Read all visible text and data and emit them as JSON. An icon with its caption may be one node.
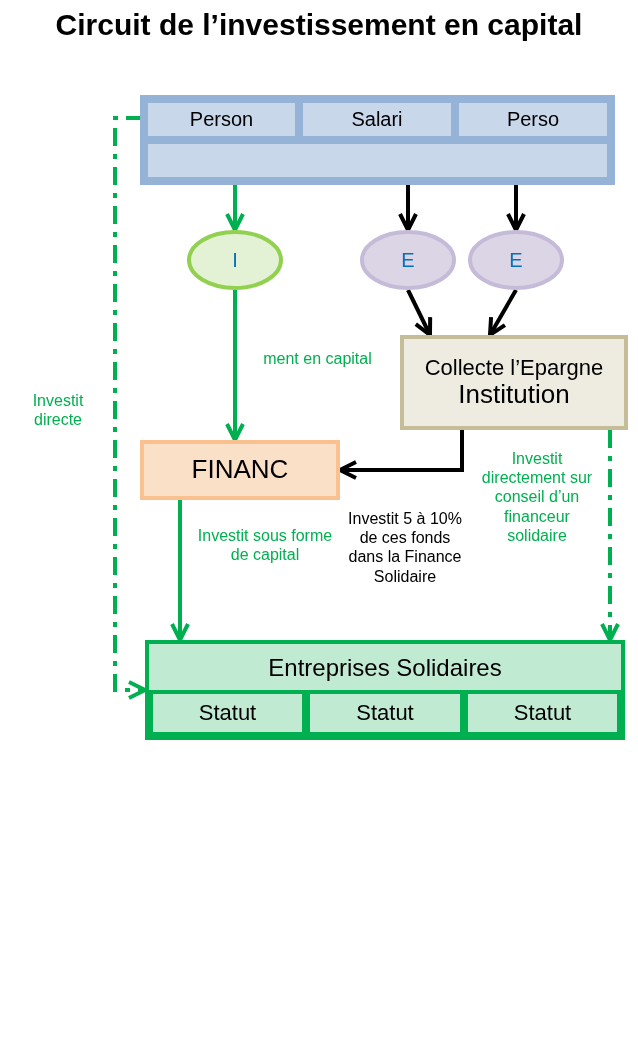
{
  "diagram": {
    "title": "Circuit de l’investissement en capital",
    "nodes": [
      {
        "text": [],
        "shape": "box"
      },
      {
        "text": [
          "Person"
        ],
        "in": 0
      },
      {
        "text": [
          "Salari"
        ],
        "in": 0
      },
      {
        "text": [
          "Perso"
        ],
        "in": 0
      },
      {
        "text": [],
        "shape": "box",
        "in": 0
      },
      {
        "text": [
          "I"
        ]
      },
      {
        "text": [
          "E"
        ]
      },
      {
        "text": [
          "E"
        ]
      },
      {
        "text": [
          "FINANC"
        ]
      },
      {
        "text": [
          "Collecte l’Epargne",
          "Institution"
        ]
      },
      {
        "text": [
          "Entreprises Solidaires"
        ]
      },
      {
        "text": [
          "Statut"
        ],
        "in": 10
      },
      {
        "text": [
          "Statut"
        ],
        "in": 10
      },
      {
        "text": [
          "Statut"
        ],
        "in": 10
      }
    ],
    "edges": [
      {
        "from": 4,
        "to": 5,
        "arrow": "to",
        "color": "#00b050"
      },
      {
        "from": 4,
        "to": 6,
        "arrow": "to",
        "color": "#000000"
      },
      {
        "from": 4,
        "to": 7,
        "arrow": "to",
        "color": "#000000"
      },
      {
        "from": 6,
        "to": 9,
        "arrow": "to",
        "color": "#000000"
      },
      {
        "from": 7,
        "to": 9,
        "arrow": "to",
        "color": "#000000"
      },
      {
        "from": 5,
        "to": 8,
        "arrow": "to",
        "color": "#00b050",
        "label": "ment en capital"
      },
      {
        "from": 9,
        "to": 8,
        "arrow": "to",
        "color": "#000000",
        "label": "Investit 5 à 10% de ces fonds dans la Finance Solidaire"
      },
      {
        "from": 8,
        "to": 10,
        "arrow": "to",
        "color": "#00b050",
        "label": "Investit sous forme de capital"
      },
      {
        "from": 9,
        "to": 10,
        "arrow": "to",
        "style": "dashed",
        "color": "#00b050",
        "label": "Investit directement sur conseil d’un financeur solidaire"
      },
      {
        "from": 1,
        "to": 10,
        "arrow": "to",
        "style": "dashed",
        "color": "#00b050",
        "label": "Investit directe"
      }
    ]
  }
}
